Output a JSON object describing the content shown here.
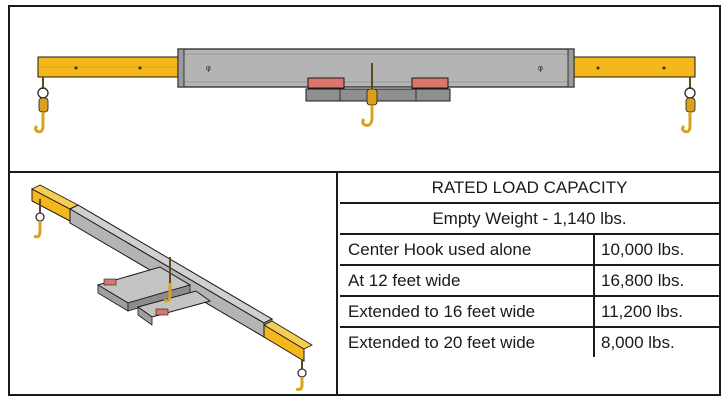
{
  "drawing": {
    "top_view": "spreader beam side elevation",
    "iso_view": "spreader beam isometric view"
  },
  "table": {
    "title": "RATED LOAD CAPACITY",
    "empty_weight": "Empty Weight - 1,140 lbs.",
    "rows": [
      {
        "label": "Center Hook used alone",
        "value": "10,000 lbs."
      },
      {
        "label": "At 12 feet wide",
        "value": "16,800 lbs."
      },
      {
        "label": "Extended to 16 feet wide",
        "value": "11,200 lbs."
      },
      {
        "label": "Extended to 20 feet wide",
        "value": "8,000 lbs."
      }
    ]
  },
  "colors": {
    "beam_gray": "#b4b4b4",
    "extension_yellow": "#f5b81c",
    "hook_gold": "#d9a21e",
    "pad_red": "#d9776e",
    "line": "#1a1a1a"
  }
}
